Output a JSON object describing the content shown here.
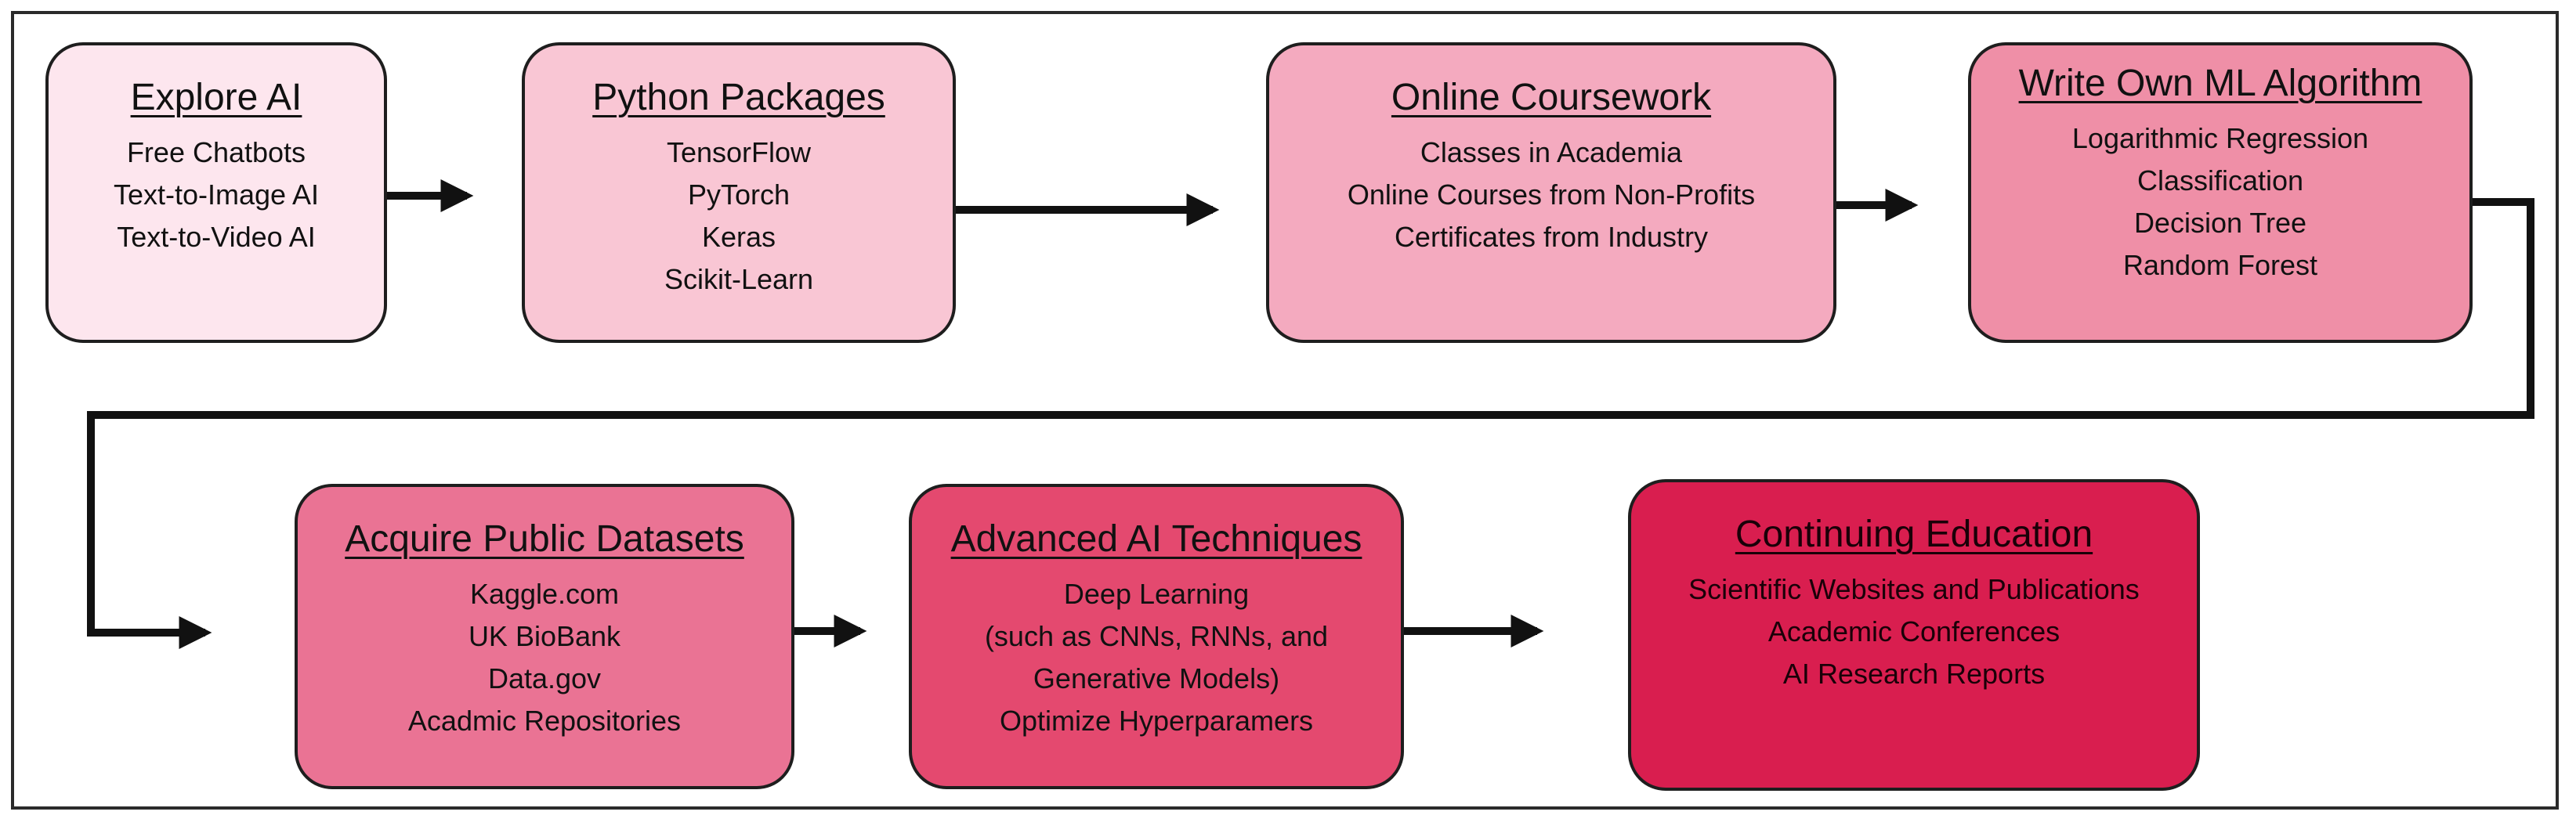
{
  "boxes": [
    {
      "title": "Explore AI",
      "items": [
        "Free Chatbots",
        "Text-to-Image AI",
        "Text-to-Video AI"
      ],
      "color": "#fde6ee"
    },
    {
      "title": "Python Packages",
      "items": [
        "TensorFlow",
        "PyTorch",
        "Keras",
        "Scikit-Learn"
      ],
      "color": "#f9c6d4"
    },
    {
      "title": "Online Coursework",
      "items": [
        "Classes in Academia",
        "Online Courses from Non-Profits",
        "Certificates from Industry"
      ],
      "color": "#f4aabf"
    },
    {
      "title": "Write Own ML Algorithm",
      "items": [
        "Logarithmic Regression",
        "Classification",
        "Decision Tree",
        "Random Forest"
      ],
      "color": "#ef8fa7"
    },
    {
      "title": "Acquire Public Datasets",
      "items": [
        "Kaggle.com",
        "UK BioBank",
        "Data.gov",
        "Acadmic Repositories"
      ],
      "color": "#ea7394"
    },
    {
      "title": "Advanced AI Techniques",
      "items": [
        "Deep Learning",
        "(such as CNNs, RNNs, and",
        "Generative Models)",
        "Optimize Hyperparamers"
      ],
      "color": "#e4496f"
    },
    {
      "title": "Continuing Education",
      "items": [
        "Scientific Websites and Publications",
        "Academic Conferences",
        "AI Research Reports"
      ],
      "color": "#d91e4f"
    }
  ]
}
